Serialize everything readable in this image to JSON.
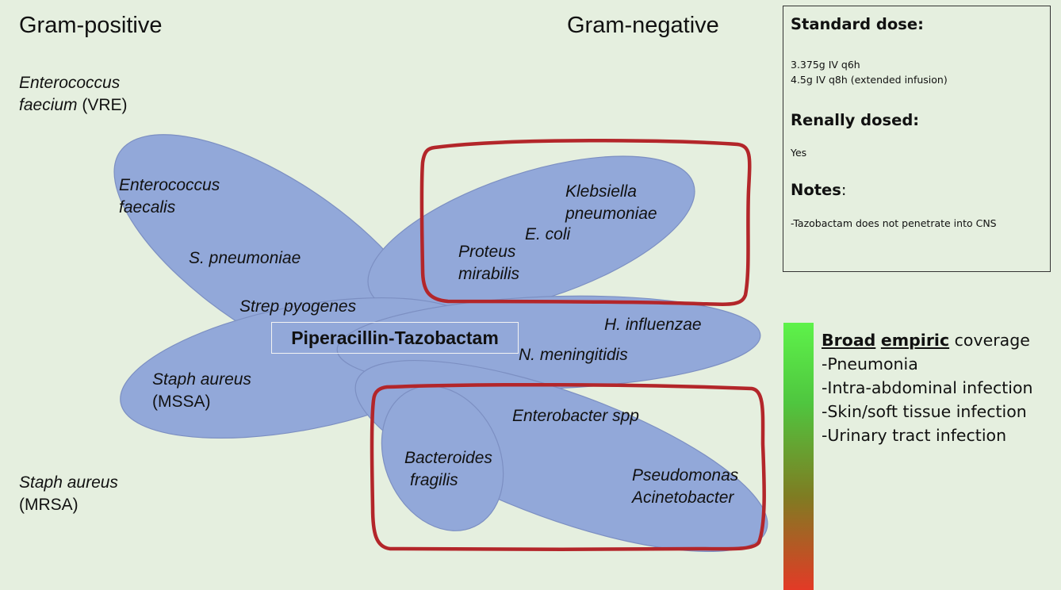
{
  "headers": {
    "gram_positive": "Gram-positive",
    "gram_negative": "Gram-negative"
  },
  "outside_organisms": {
    "vre_line1": "Enterococcus",
    "vre_line2_italic": "faecium",
    "vre_line2_plain": " (VRE)",
    "mrsa_line1": "Staph aureus",
    "mrsa_line2": "(MRSA)"
  },
  "drug": "Piperacillin-Tazobactam",
  "organisms": {
    "e_faecalis_1": "Enterococcus",
    "e_faecalis_2": "faecalis",
    "s_pneumoniae": "S. pneumoniae",
    "strep_pyogenes": "Strep pyogenes",
    "mssa_1": "Staph aureus",
    "mssa_2": "(MSSA)",
    "klebsiella_1": "Klebsiella",
    "klebsiella_2": "pneumoniae",
    "e_coli": "E. coli",
    "proteus_1": "Proteus",
    "proteus_2": "mirabilis",
    "h_influenzae": "H. influenzae",
    "n_meningitidis": "N. meningitidis",
    "enterobacter": "Enterobacter spp",
    "bacteroides_1": "Bacteroides",
    "bacteroides_2": "fragilis",
    "pseudomonas": "Pseudomonas",
    "acinetobacter": "Acinetobacter"
  },
  "info": {
    "standard_dose_title": "Standard dose:",
    "dose_1": "3.375g IV q6h",
    "dose_2": "4.5g IV q8h (extended infusion)",
    "renal_title": "Renally dosed:",
    "renal_value": "Yes",
    "notes_title": "Notes",
    "notes_colon": ":",
    "notes_value": "-Tazobactam does not penetrate into CNS"
  },
  "coverage": {
    "word1": "Broad",
    "word2": "empiric",
    "word3": "coverage",
    "items": [
      "-Pneumonia",
      "-Intra-abdominal infection",
      "-Skin/soft tissue infection",
      "-Urinary tract infection"
    ]
  },
  "colors": {
    "ellipse_fill": "#92a8d9",
    "ellipse_stroke": "#7c8fc2",
    "highlight_box": "#b3262a",
    "background": "#e5efdf"
  }
}
